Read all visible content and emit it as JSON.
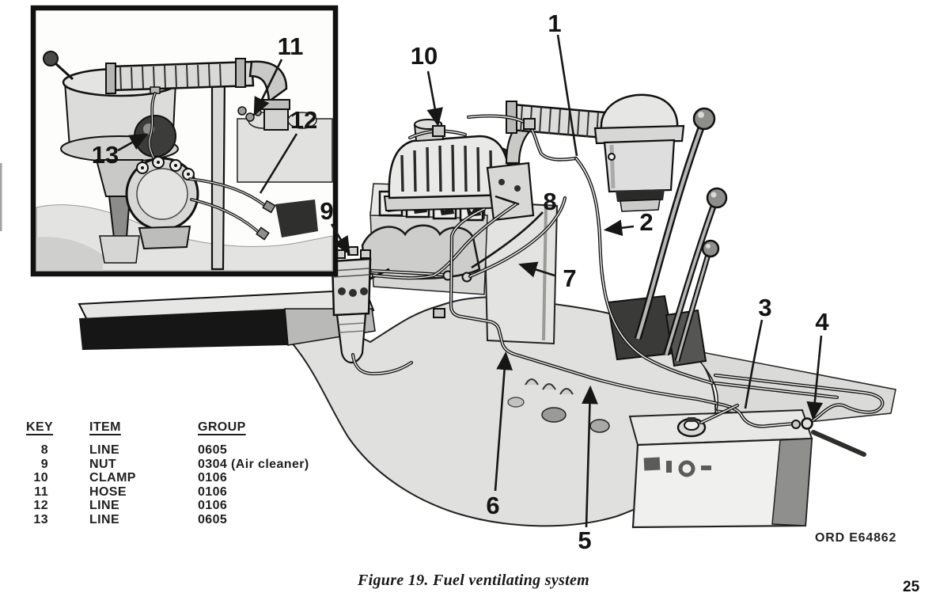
{
  "document": {
    "caption": "Figure 19. Fuel ventilating system",
    "ord_code": "ORD E64862",
    "page_number": "25"
  },
  "key_table": {
    "headers": [
      "KEY",
      "ITEM",
      "GROUP"
    ],
    "rows": [
      {
        "key": "8",
        "item": "LINE",
        "group": "0605"
      },
      {
        "key": "9",
        "item": "NUT",
        "group": "0304 (Air cleaner)"
      },
      {
        "key": "10",
        "item": "CLAMP",
        "group": "0106"
      },
      {
        "key": "11",
        "item": "HOSE",
        "group": "0106"
      },
      {
        "key": "12",
        "item": "LINE",
        "group": "0106"
      },
      {
        "key": "13",
        "item": "LINE",
        "group": "0605"
      }
    ]
  },
  "figure": {
    "description": "Engine fuel ventilating system illustration with detail inset",
    "callouts": [
      "1",
      "2",
      "3",
      "4",
      "5",
      "6",
      "7",
      "8",
      "9",
      "10",
      "11",
      "12",
      "13"
    ]
  },
  "colors": {
    "paper": "#ffffff",
    "ink": "#1a1a1a"
  }
}
